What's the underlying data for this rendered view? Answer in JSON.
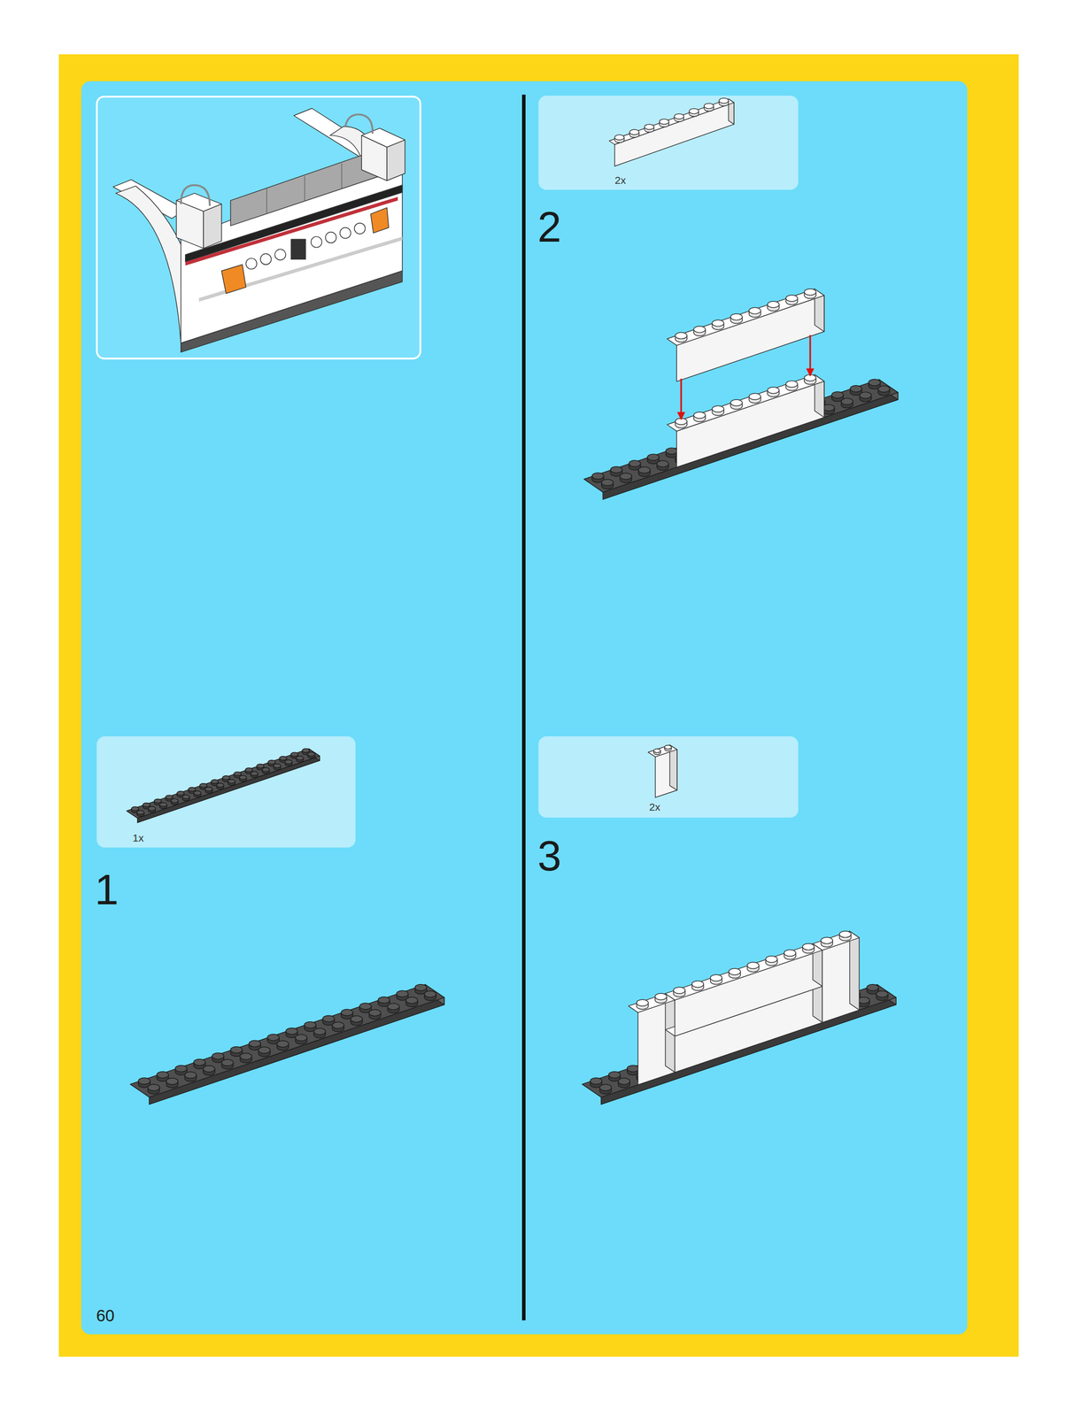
{
  "diagram": {
    "nodes": [
      {
        "text": [
          "1x"
        ]
      },
      {
        "text": [
          "2x"
        ]
      },
      {
        "text": [
          "2x"
        ]
      }
    ],
    "labels": [
      "1",
      "2",
      "3",
      "60"
    ]
  }
}
